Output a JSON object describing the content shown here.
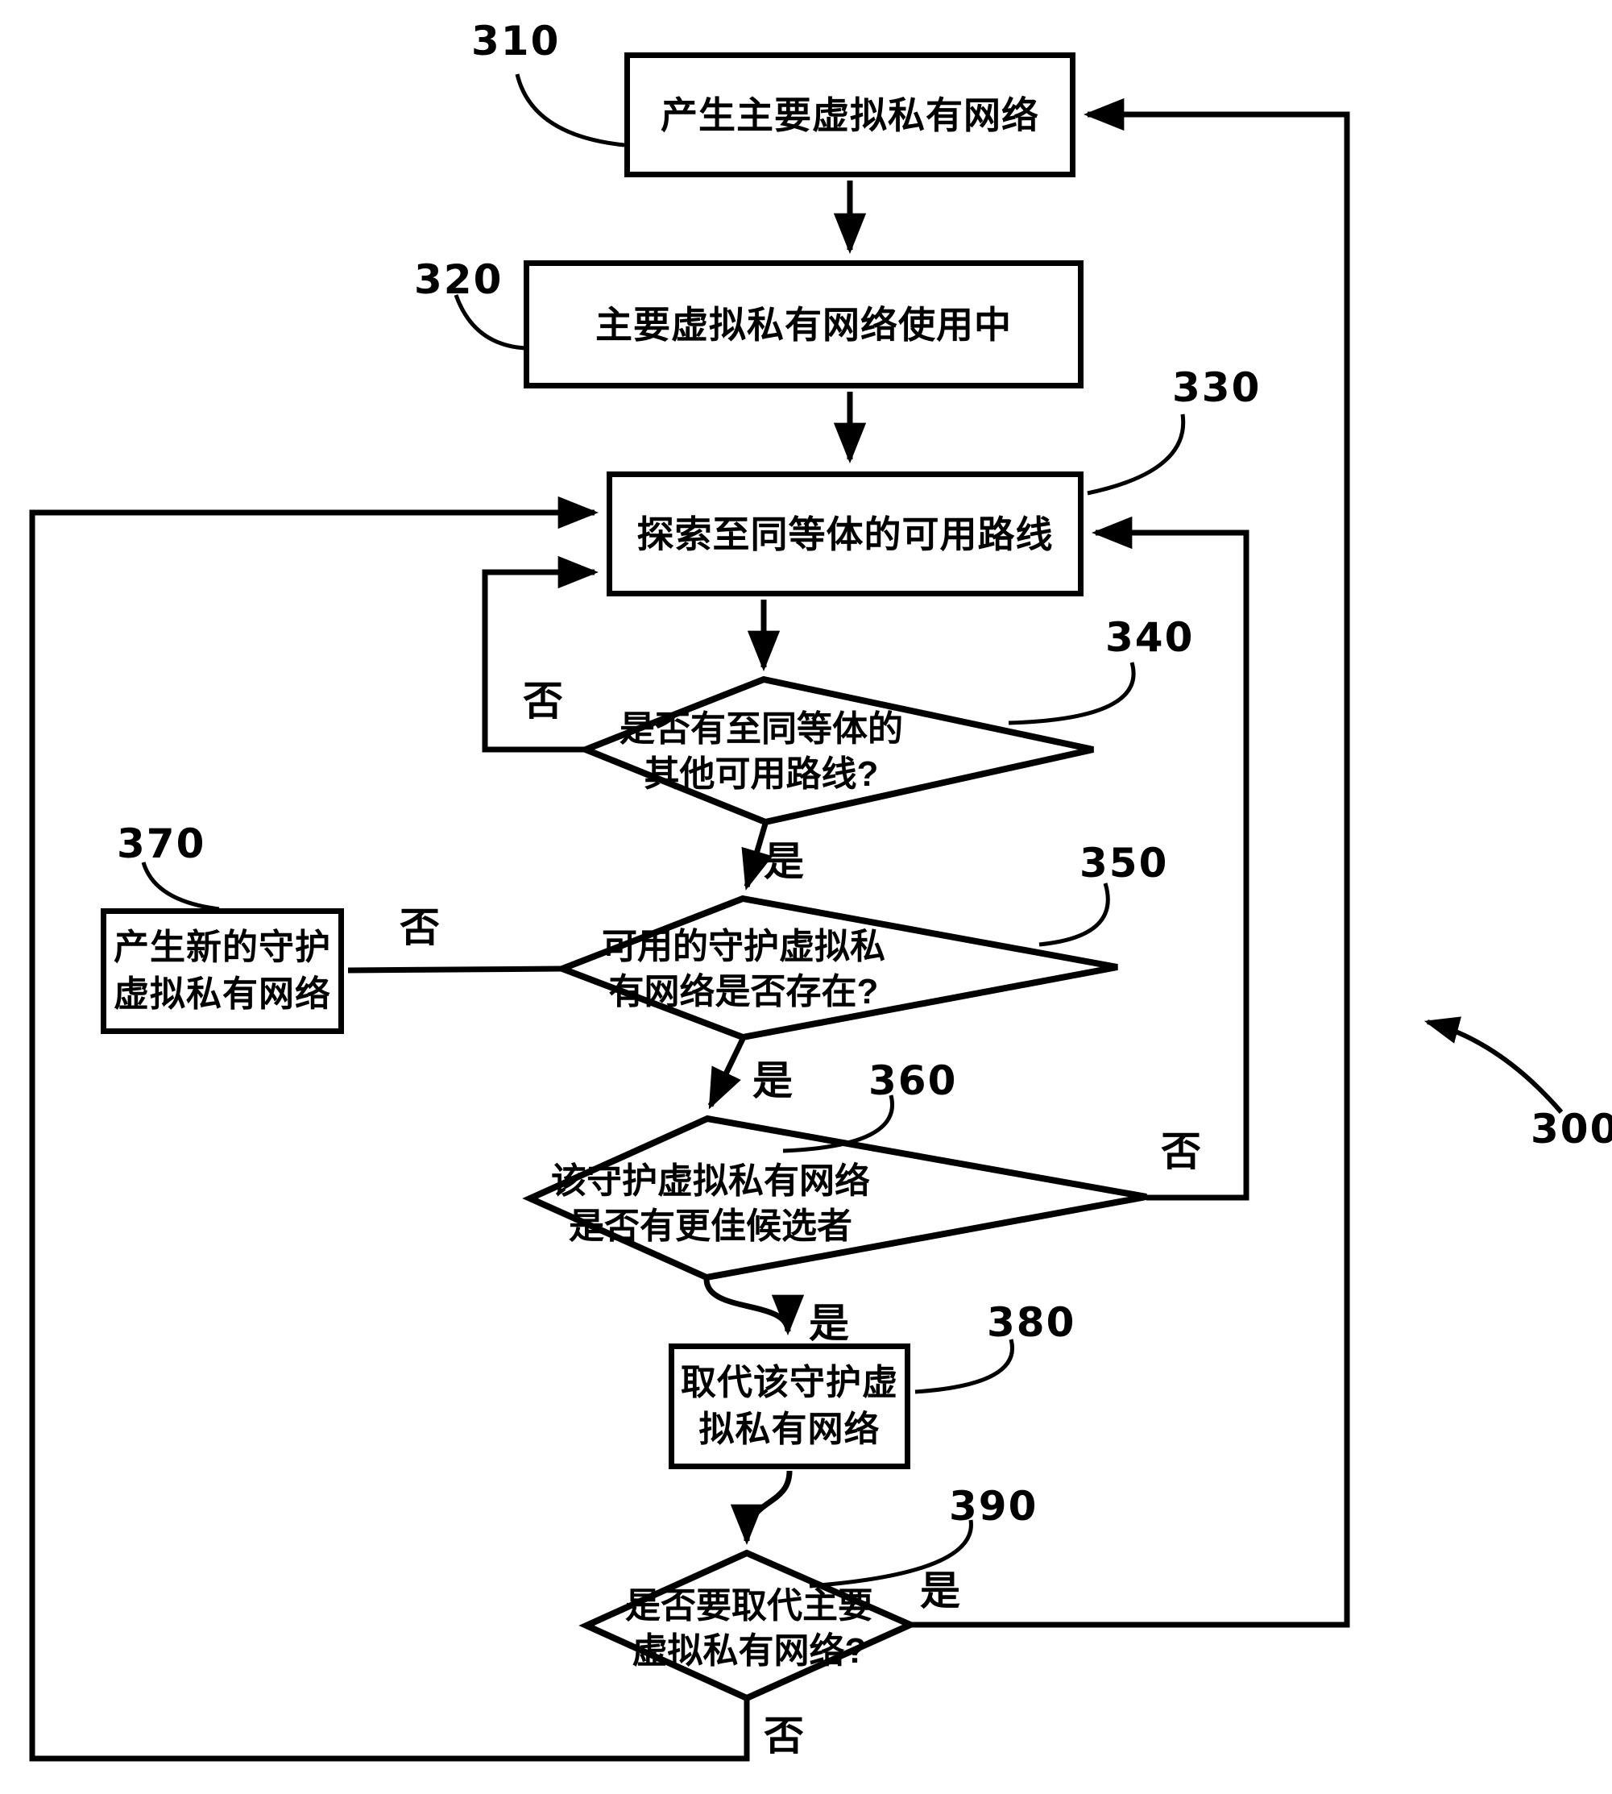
{
  "figure_label": "300",
  "branch": {
    "yes": "是",
    "no": "否"
  },
  "nodes": {
    "n310": {
      "ref": "310",
      "text": "产生主要虚拟私有网络"
    },
    "n320": {
      "ref": "320",
      "text": "主要虚拟私有网络使用中"
    },
    "n330": {
      "ref": "330",
      "text": "探索至同等体的可用路线"
    },
    "n340": {
      "ref": "340",
      "line1": "是否有至同等体的",
      "line2": "其他可用路线?"
    },
    "n350": {
      "ref": "350",
      "line1": "可用的守护虚拟私",
      "line2": "有网络是否存在?"
    },
    "n360": {
      "ref": "360",
      "line1": "该守护虚拟私有网络",
      "line2": "是否有更佳候选者"
    },
    "n370": {
      "ref": "370",
      "line1": "产生新的守护",
      "line2": "虚拟私有网络"
    },
    "n380": {
      "ref": "380",
      "line1": "取代该守护虚",
      "line2": "拟私有网络"
    },
    "n390": {
      "ref": "390",
      "line1": "是否要取代主要",
      "line2": "虚拟私有网络?"
    }
  },
  "colors": {
    "line": "#000000",
    "background": "#ffffff"
  }
}
